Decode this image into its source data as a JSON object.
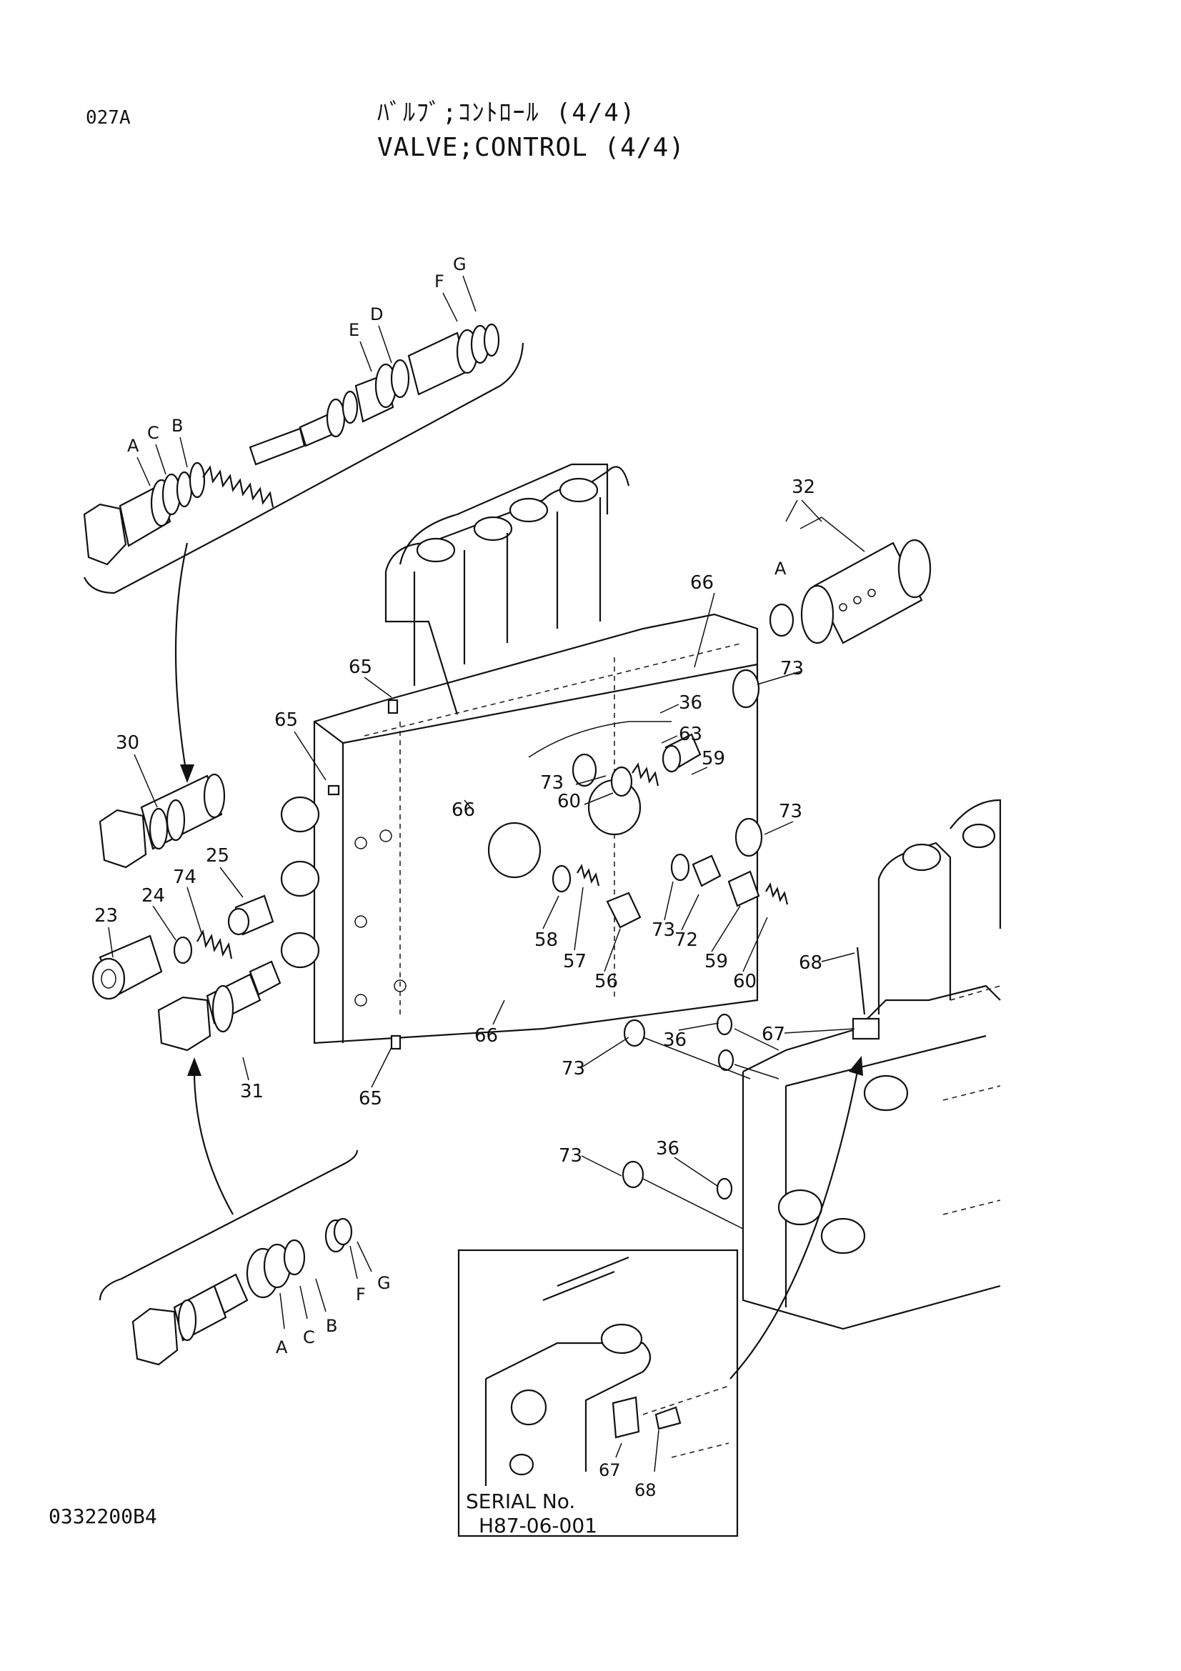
{
  "header": {
    "page_id": "027A",
    "title_jp": "ﾊﾞﾙﾌﾞ;ｺﾝﾄﾛｰﾙ (4/4)",
    "title_en": "VALVE;CONTROL (4/4)"
  },
  "footer": {
    "doc_no": "0332200B4"
  },
  "inset": {
    "serial_label": "SERIAL No.",
    "serial_value": "H87-06-001",
    "callouts": [
      "67",
      "68"
    ]
  },
  "upper_detail_letters": [
    "A",
    "C",
    "B",
    "E",
    "D",
    "F",
    "G"
  ],
  "lower_detail_letters": [
    "A",
    "C",
    "B",
    "F",
    "G"
  ],
  "part32_letter": "A",
  "callouts": [
    "32",
    "66",
    "73",
    "36",
    "63",
    "65",
    "65",
    "59",
    "73",
    "60",
    "66",
    "30",
    "73",
    "25",
    "74",
    "24",
    "23",
    "58",
    "57",
    "56",
    "73",
    "72",
    "59",
    "60",
    "68",
    "66",
    "67",
    "36",
    "31",
    "65",
    "73",
    "73",
    "36"
  ]
}
